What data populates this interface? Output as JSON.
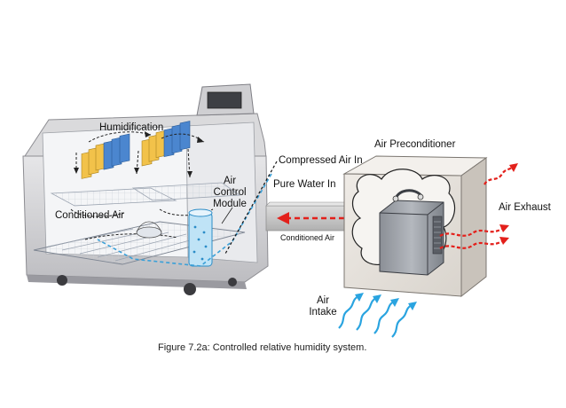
{
  "labels": {
    "humidification": "Humidification",
    "conditioned_air_left": "Conditioned Air",
    "air_control_module": [
      "Air",
      "Control",
      "Module"
    ],
    "compressed_air_in": "Compressed Air In",
    "pure_water_in": "Pure Water In",
    "conditioned_air_arrow": "Conditioned Air",
    "air_preconditioner": "Air Preconditioner",
    "air_exhaust": "Air Exhaust",
    "air_intake": [
      "Air",
      "Intake"
    ]
  },
  "caption": "Figure 7.2a: Controlled relative humidity system.",
  "colors": {
    "cabinet": "#d4d4d6",
    "cabinet_dark": "#a9a9ad",
    "yellow_panel": "#f2c24a",
    "blue_panel": "#4b86cf",
    "water_line": "#3aa0d8",
    "exhaust_arrow": "#e3201b",
    "intake_arrow": "#2aa4e0",
    "preconditioner_box": "#eae6e0",
    "duct": "#c6c6c6"
  }
}
